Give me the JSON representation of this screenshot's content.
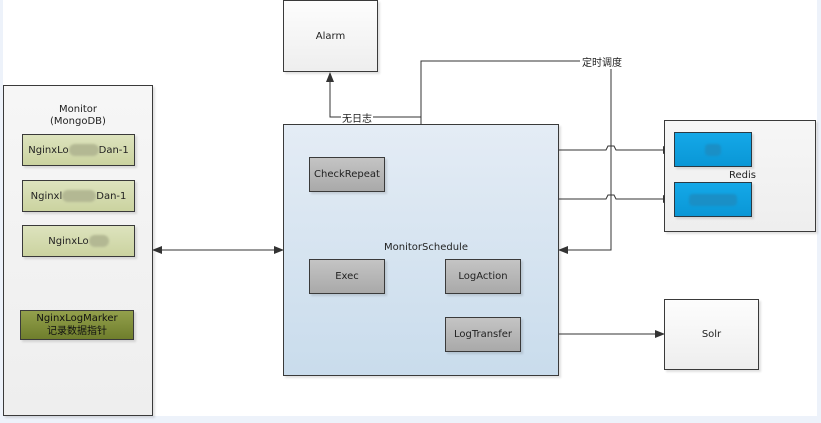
{
  "diagram": {
    "nodes": {
      "alarm": "Alarm",
      "monitor_title_line1": "Monitor",
      "monitor_title_line2": "(MongoDB)",
      "monitor_items": [
        {
          "prefix": "NginxLo",
          "suffix": "Dan-1"
        },
        {
          "prefix": "Nginxl",
          "suffix": "Dan-1"
        },
        {
          "prefix": "NginxLo",
          "suffix": ""
        }
      ],
      "marker_line1": "NginxLogMarker",
      "marker_line2": "记录数据指针",
      "monitor_schedule": "MonitorSchedule",
      "check_repeat": "CheckRepeat",
      "exec": "Exec",
      "log_action": "LogAction",
      "log_transfer": "LogTransfer",
      "redis": "Redis",
      "solr": "Solr"
    },
    "edge_labels": {
      "no_log": "无日志",
      "scheduled": "定时调度"
    },
    "colors": {
      "schedule_fill": "#d6e4f0",
      "process_fill": "#b8b8b8",
      "collection_fill": "#d4dbb0",
      "marker_fill": "#7f8f3a",
      "redis_item_fill": "#10a0e0",
      "line": "#333333"
    }
  }
}
